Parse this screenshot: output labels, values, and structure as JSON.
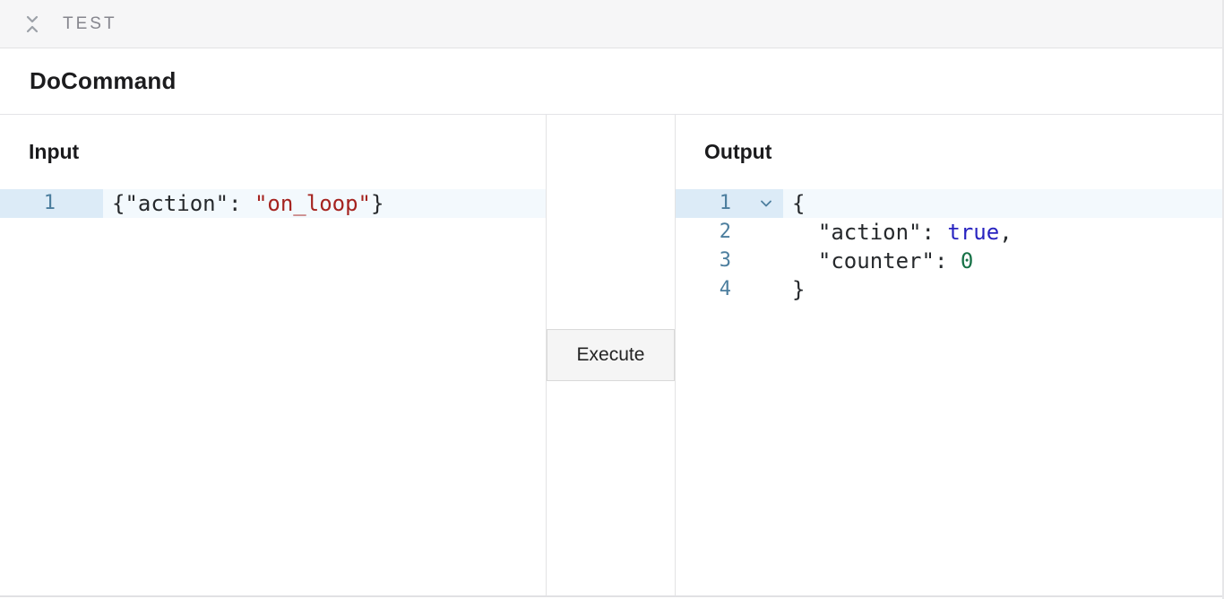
{
  "header": {
    "title": "TEST",
    "collapse_icon": "collapse-vertical"
  },
  "command": {
    "title": "DoCommand"
  },
  "input_panel": {
    "title": "Input",
    "lines": [
      {
        "number": "1",
        "active": true,
        "tokens": [
          {
            "text": "{\"action\": ",
            "type": "plain"
          },
          {
            "text": "\"on_loop\"",
            "type": "string"
          },
          {
            "text": "}",
            "type": "plain"
          }
        ]
      }
    ]
  },
  "execute": {
    "label": "Execute"
  },
  "output_panel": {
    "title": "Output",
    "lines": [
      {
        "number": "1",
        "active": true,
        "fold": true,
        "tokens": [
          {
            "text": "{",
            "type": "plain"
          }
        ]
      },
      {
        "number": "2",
        "tokens": [
          {
            "text": "  \"action\": ",
            "type": "plain"
          },
          {
            "text": "true",
            "type": "bool"
          },
          {
            "text": ",",
            "type": "plain"
          }
        ]
      },
      {
        "number": "3",
        "tokens": [
          {
            "text": "  \"counter\": ",
            "type": "plain"
          },
          {
            "text": "0",
            "type": "number"
          }
        ]
      },
      {
        "number": "4",
        "tokens": [
          {
            "text": "}",
            "type": "plain"
          }
        ]
      }
    ]
  },
  "icons": {
    "collapse": "collapse-vertical",
    "fold": "chevron-down"
  },
  "colors": {
    "topbar_bg": "#f6f6f7",
    "topbar_title": "#86868e",
    "border": "#e3e3e6",
    "heading": "#1a1a1c",
    "code_plain": "#26292c",
    "code_string": "#a5231f",
    "code_bool": "#2823c0",
    "code_number": "#177247",
    "line_number": "#4c7e9e",
    "active_line_bg": "#f3f9fd",
    "active_gutter_bg": "#dcebf7",
    "execute_bg": "#f5f5f5"
  }
}
